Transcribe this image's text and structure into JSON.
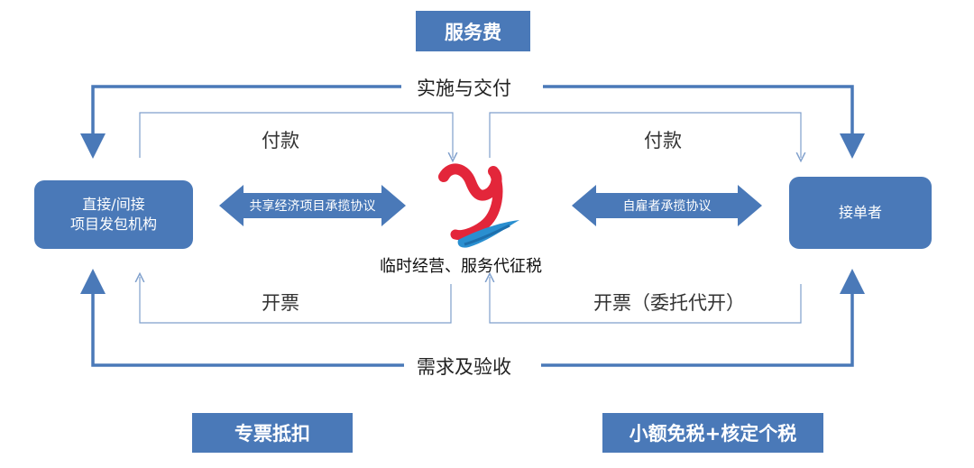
{
  "top_band": "服务费",
  "bottom_left_band": "专票抵扣",
  "bottom_right_band": "小额免税+核定个税",
  "left_node": {
    "line1": "直接/间接",
    "line2": "项目发包机构"
  },
  "right_node": "接单者",
  "top_flow": "实施与交付",
  "bottom_flow": "需求及验收",
  "left_pay": "付款",
  "right_pay": "付款",
  "left_invoice": "开票",
  "right_invoice": "开票（委托代开）",
  "left_agreement": "共享经济项目承揽协议",
  "right_agreement": "自雇者承揽协议",
  "center_caption": "临时经营、服务代征税",
  "colors": {
    "primary": "#4a79b8",
    "line": "#4a79b8",
    "thin": "#7f9fcc"
  }
}
